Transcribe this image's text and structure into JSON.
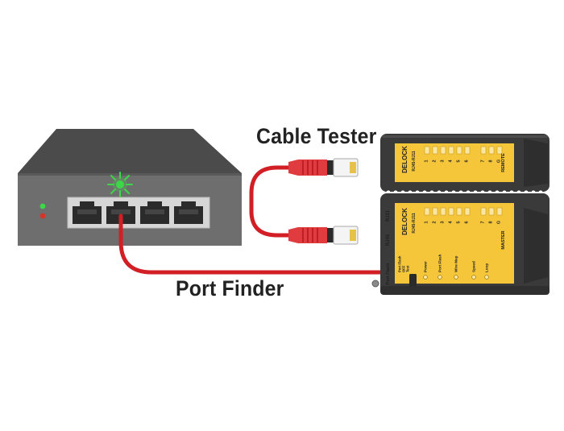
{
  "labels": {
    "cable_tester": "Cable Tester",
    "port_finder": "Port Finder"
  },
  "remote_unit": {
    "brand": "DELOCK",
    "model": "RJ45-RJ11",
    "name": "REMOTE",
    "pins": [
      "1",
      "2",
      "3",
      "4",
      "5",
      "6",
      "7",
      "8",
      "G"
    ]
  },
  "master_unit": {
    "brand": "DELOCK",
    "model": "RJ45-RJ11",
    "name": "MASTER",
    "port_rj11": "RJ11",
    "port_rj45": "RJ45",
    "port_flash": "Port Flash",
    "mode_labels": [
      "Port Flash",
      "OFF",
      "Test"
    ],
    "status_labels": [
      "Power",
      "Port Flash",
      "Wire Map",
      "Speed",
      "Loop"
    ],
    "pins": [
      "1",
      "2",
      "3",
      "4",
      "5",
      "6",
      "7",
      "8",
      "G"
    ]
  },
  "colors": {
    "cable": "#d21f26",
    "connector": "#e03b3e",
    "switch_top": "#4b4b4b",
    "switch_front": "#6e6e6e",
    "port_panel": "#d6d6d6",
    "tester_body": "#3a3a3a",
    "tester_face": "#f5c53a",
    "led_green": "#3fd64a",
    "led_red": "#d9342b"
  },
  "icons": {
    "activity_led": "green-starburst-icon"
  }
}
